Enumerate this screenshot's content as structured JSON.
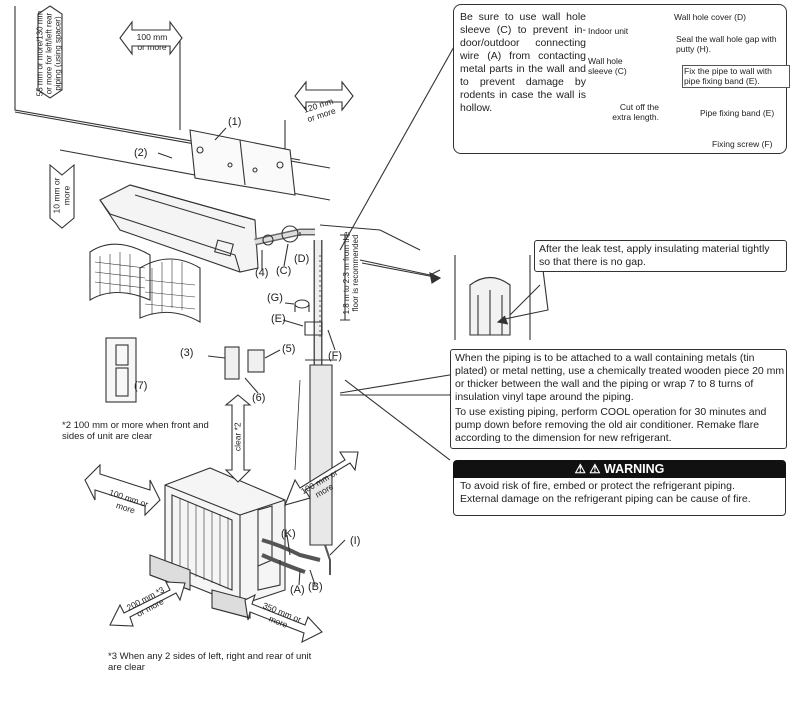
{
  "sleeve_note": {
    "text": "Be sure to use wall hole sleeve (C) to prevent in-door/outdoor connecting wire (A) from contacting metal parts in the wall and to prevent damage by rodents in case the wall is hollow."
  },
  "sleeve_detail": {
    "indoor_unit": "Indoor unit",
    "wall_hole_cover": "Wall hole cover (D)",
    "seal_gap": "Seal the wall hole gap with putty (H).",
    "wall_hole_sleeve": "Wall hole sleeve (C)",
    "fix_pipe": "Fix the pipe to wall with pipe fixing band (E).",
    "cut_off": "Cut off the extra length.",
    "pipe_band": "Pipe fixing band (E)",
    "fixing_screw": "Fixing screw (F)"
  },
  "leak_note": {
    "text": "After the leak test, apply insulating material tightly so that there is no gap."
  },
  "piping_note": {
    "para1": "When the piping is to be attached to a wall containing metals (tin plated) or metal netting, use a chemically treated wooden piece 20 mm or thicker between the wall and the piping or wrap 7 to 8 turns of insulation vinyl tape around the piping.",
    "para2": "To use existing piping, perform COOL operation for 30 minutes and pump down before removing the old air conditioner. Remake flare according to the dimension for new refrigerant."
  },
  "warning": {
    "title": "⚠ ⚠ WARNING",
    "line1": "To avoid risk of fire, embed or protect the refrigerant piping.",
    "line2": "External damage on the refrigerant piping can be cause of fire."
  },
  "dimensions": {
    "left_clearance": "55 mm or more/130 mm or more for left/left rear piping (using spacer)",
    "top_clearance": "100 mm or more",
    "right_clearance": "120 mm or more",
    "ceiling_clearance": "10 mm or more",
    "pipe_height": "1.8 m to 2.3 m from the floor is recommended",
    "outdoor_front": "100 mm or more",
    "outdoor_top": "clear *2",
    "outdoor_right": "100 mm or more",
    "outdoor_left": "200 mm *3 or more",
    "outdoor_rear": "350 mm or more"
  },
  "footnotes": {
    "note2": "*2  100 mm or more when front and sides of unit are clear",
    "note3": "*3  When any 2 sides of left, right and rear of unit are clear"
  },
  "part_labels": {
    "p1": "(1)",
    "p2": "(2)",
    "p3": "(3)",
    "p4": "(4)",
    "p5": "(5)",
    "p6": "(6)",
    "p7": "(7)",
    "pC": "(C)",
    "pD": "(D)",
    "pG": "(G)",
    "pE": "(E)",
    "pF": "(F)",
    "pI": "(I)",
    "pK": "(K)",
    "pA": "(A)",
    "pB": "(B)"
  }
}
